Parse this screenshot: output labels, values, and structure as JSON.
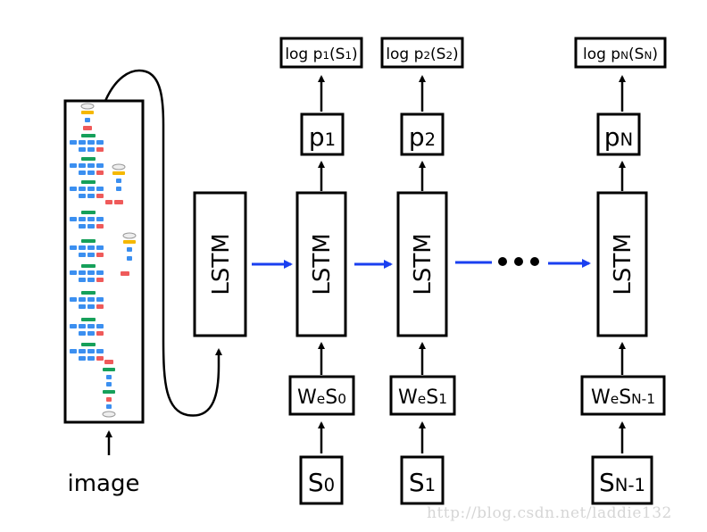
{
  "diagram": {
    "title": "Image captioning: CNN + LSTM unrolled",
    "input_label": "image",
    "cnn_description": "GoogLeNet-style CNN architecture thumbnail",
    "first_lstm_label": "LSTM",
    "ellipsis": "•••",
    "colors": {
      "recurrent_arrow": "#1a3ff0",
      "cnn_blue": "#3b8ff0",
      "cnn_green": "#16a05a",
      "cnn_red": "#ef5a5a",
      "cnn_yellow": "#f5b800"
    },
    "steps": [
      {
        "lstm": "LSTM",
        "prob": {
          "base": "p",
          "sub": "1"
        },
        "log": {
          "prefix": "log p",
          "psub": "1",
          "s": "S",
          "ssub": "1"
        },
        "embed": {
          "w": "W",
          "wsub": "e",
          "s": "S",
          "ssub": "0"
        },
        "word": {
          "s": "S",
          "sub": "0"
        }
      },
      {
        "lstm": "LSTM",
        "prob": {
          "base": "p",
          "sub": "2"
        },
        "log": {
          "prefix": "log p",
          "psub": "2",
          "s": "S",
          "ssub": "2"
        },
        "embed": {
          "w": "W",
          "wsub": "e",
          "s": "S",
          "ssub": "1"
        },
        "word": {
          "s": "S",
          "sub": "1"
        }
      },
      {
        "lstm": "LSTM",
        "prob": {
          "base": "p",
          "sub": "N"
        },
        "log": {
          "prefix": "log p",
          "psub": "N",
          "s": "S",
          "ssub": "N"
        },
        "embed": {
          "w": "W",
          "wsub": "e",
          "s": "S",
          "ssub": "N-1"
        },
        "word": {
          "s": "S",
          "sub": "N-1"
        }
      }
    ]
  },
  "watermark": "http://blog.csdn.net/laddie132"
}
